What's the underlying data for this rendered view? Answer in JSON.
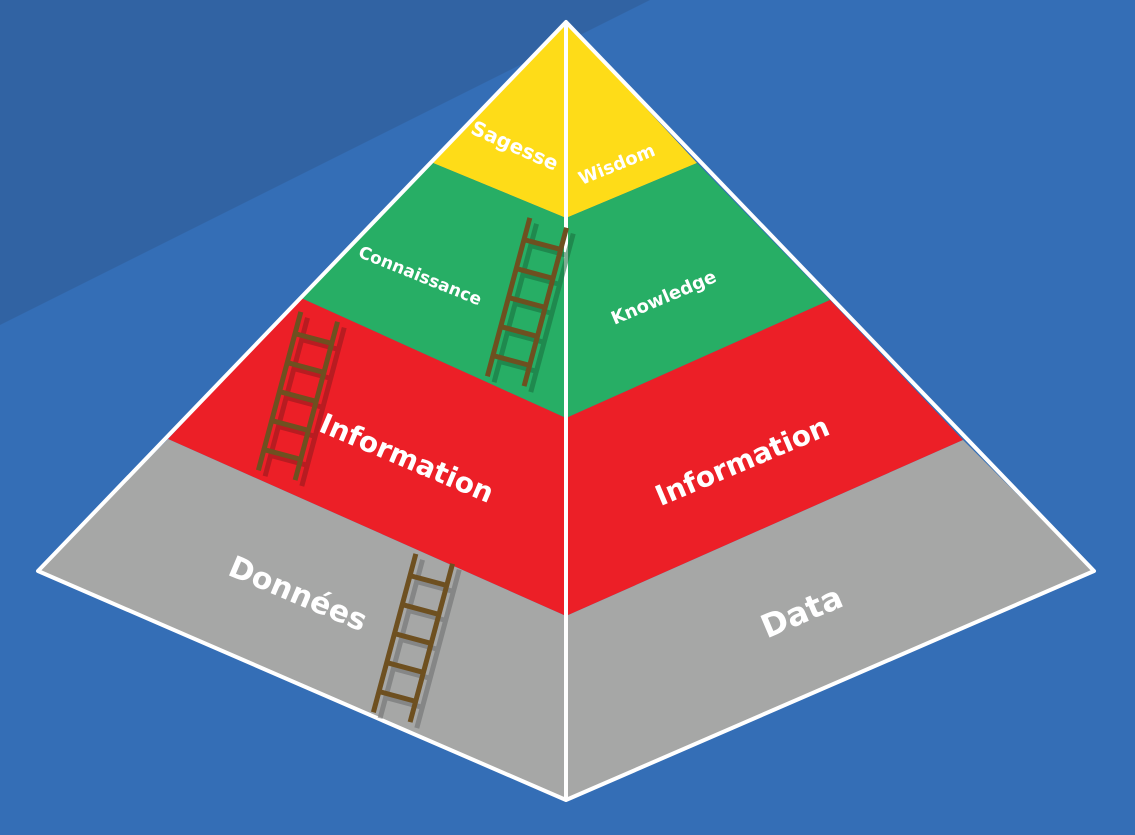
{
  "colors": {
    "background": "#346eb6",
    "background_shade": "#3163a3",
    "wisdom": "#fedc18",
    "knowledge": "#27ae65",
    "information": "#ec1f27",
    "data": "#a6a7a6",
    "edge": "#ffffff",
    "ladder": "#6e5020"
  },
  "left_face": {
    "wisdom": "Sagesse",
    "knowledge": "Connaissance",
    "information": "Information",
    "data": "Données"
  },
  "right_face": {
    "wisdom": "Wisdom",
    "knowledge": "Knowledge",
    "information": "Information",
    "data": "Data"
  },
  "icons": [
    "ladder-icon"
  ]
}
